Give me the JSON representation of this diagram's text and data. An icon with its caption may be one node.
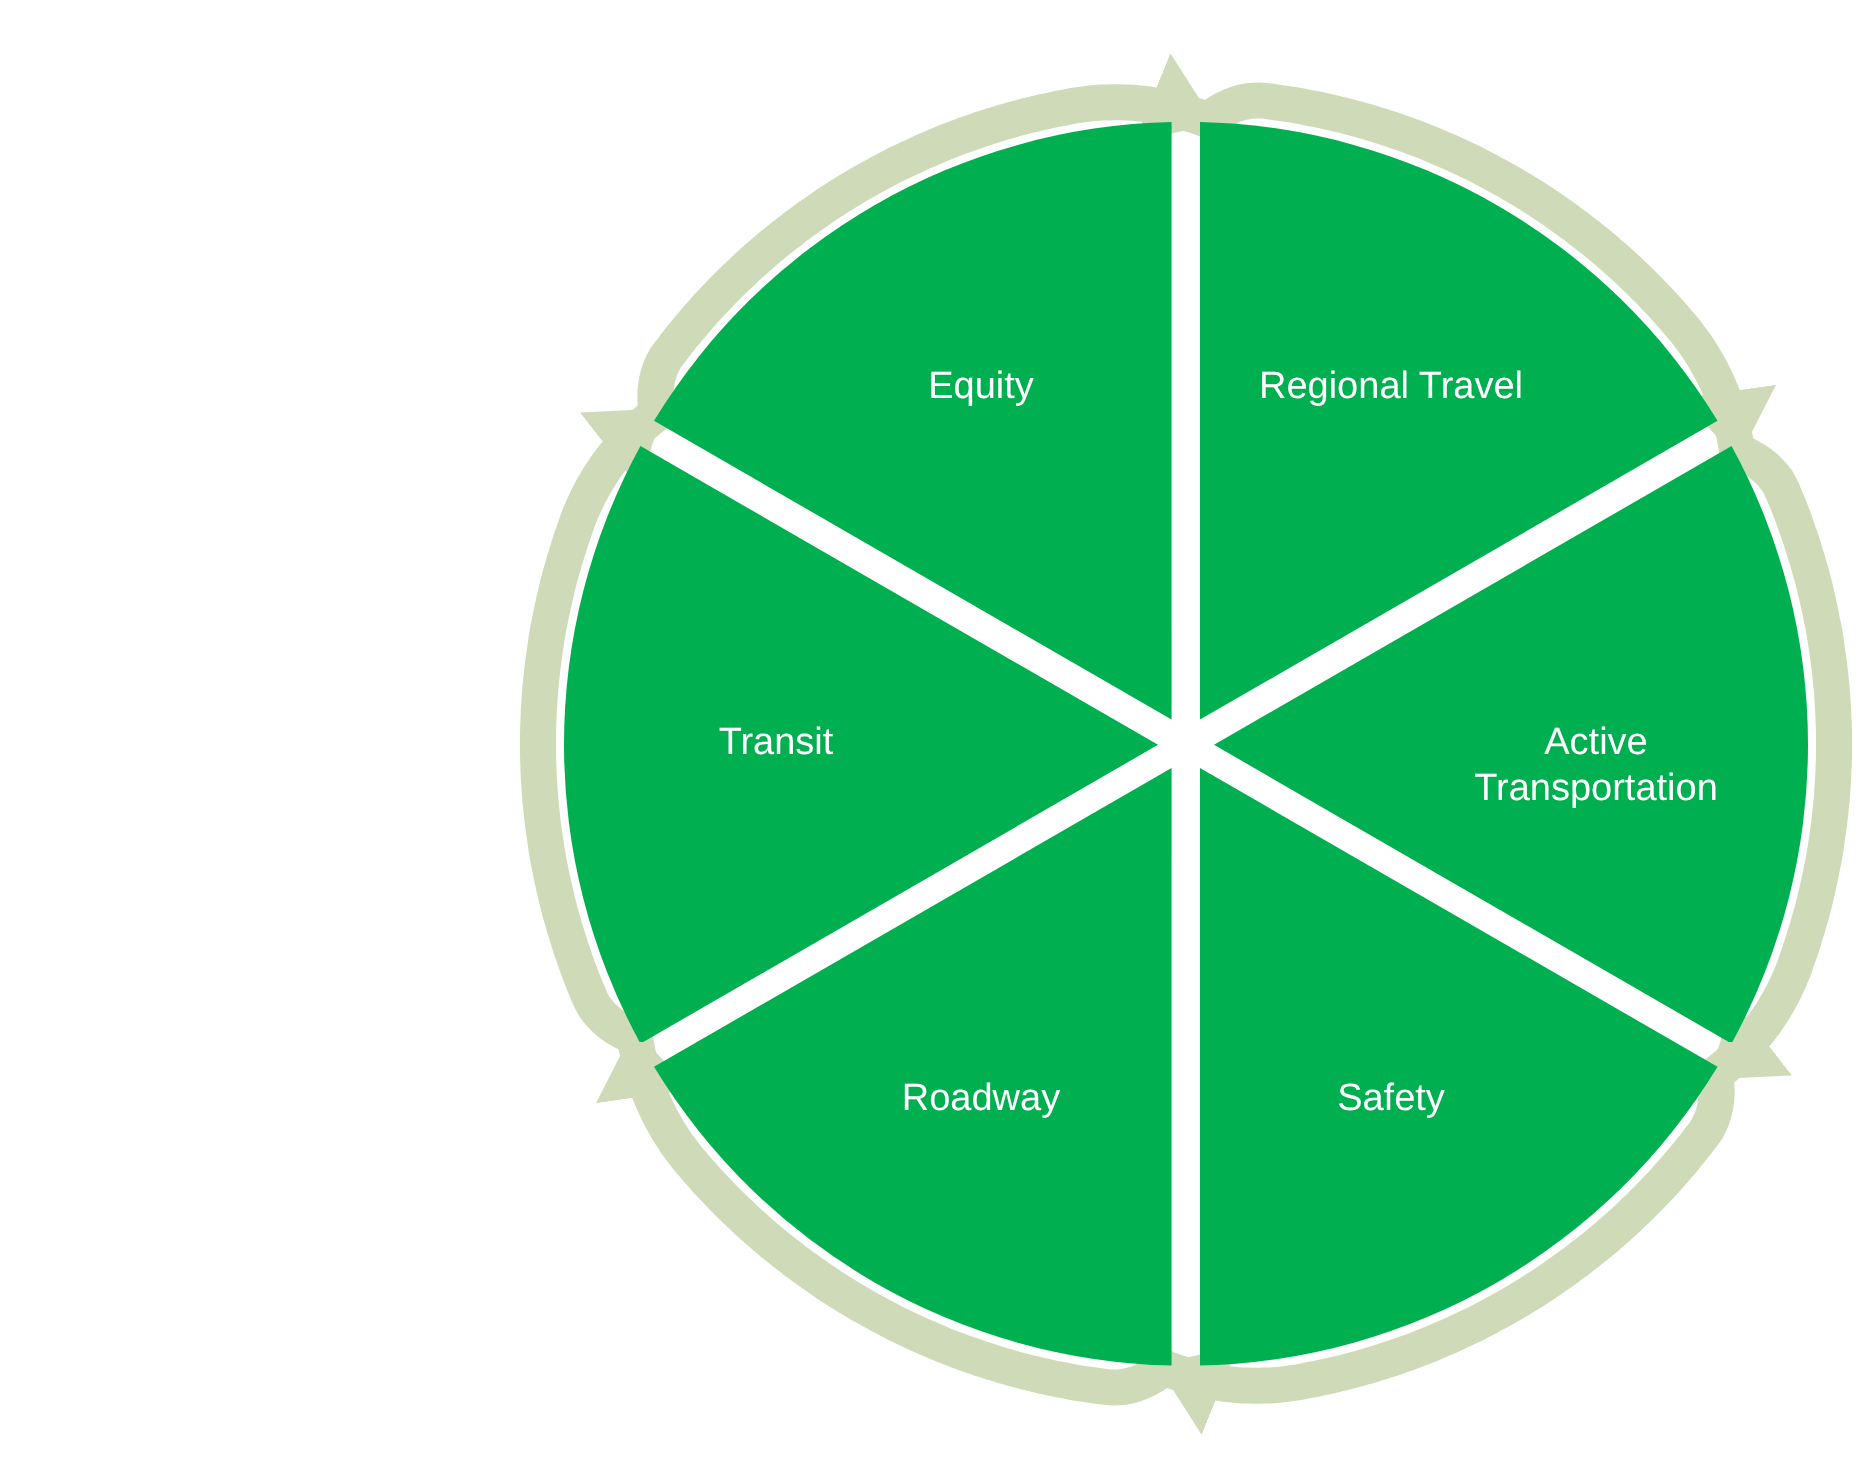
{
  "diagram": {
    "nodes": [
      {
        "text": [
          "Equity"
        ]
      },
      {
        "text": [
          "Regional Travel"
        ]
      },
      {
        "text": [
          "Active Transportation"
        ]
      },
      {
        "text": [
          "Safety"
        ]
      },
      {
        "text": [
          "Roadway"
        ]
      },
      {
        "text": [
          "Transit"
        ]
      }
    ],
    "edges": [
      {
        "from": 0,
        "to": 1,
        "arrow": "to"
      },
      {
        "from": 1,
        "to": 2,
        "arrow": "to"
      },
      {
        "from": 2,
        "to": 3,
        "arrow": "to"
      },
      {
        "from": 3,
        "to": 4,
        "arrow": "to"
      },
      {
        "from": 4,
        "to": 5,
        "arrow": "to"
      },
      {
        "from": 5,
        "to": 0,
        "arrow": "to"
      }
    ]
  }
}
